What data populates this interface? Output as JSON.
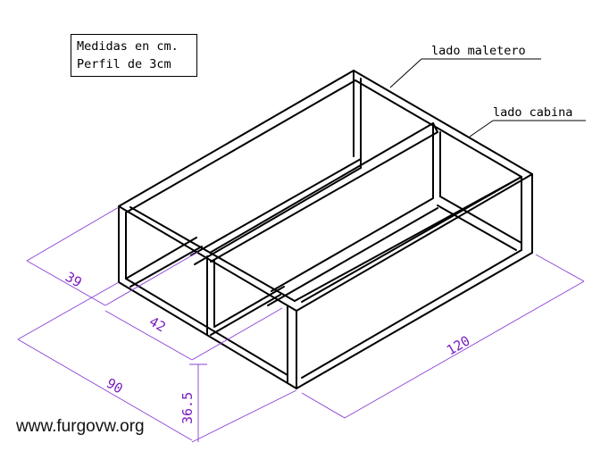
{
  "note": {
    "line1": "Medidas en cm.",
    "line2": "Perfil de 3cm"
  },
  "labels": {
    "trunk_side": "lado maletero",
    "cab_side": "lado cabina"
  },
  "dimensions": {
    "d39": "39",
    "d42": "42",
    "d90": "90",
    "d120": "120",
    "d36_5": "36.5"
  },
  "watermark": "www.furgovw.org",
  "colors": {
    "frame": "#000000",
    "dimension": "#7a1fbf"
  }
}
